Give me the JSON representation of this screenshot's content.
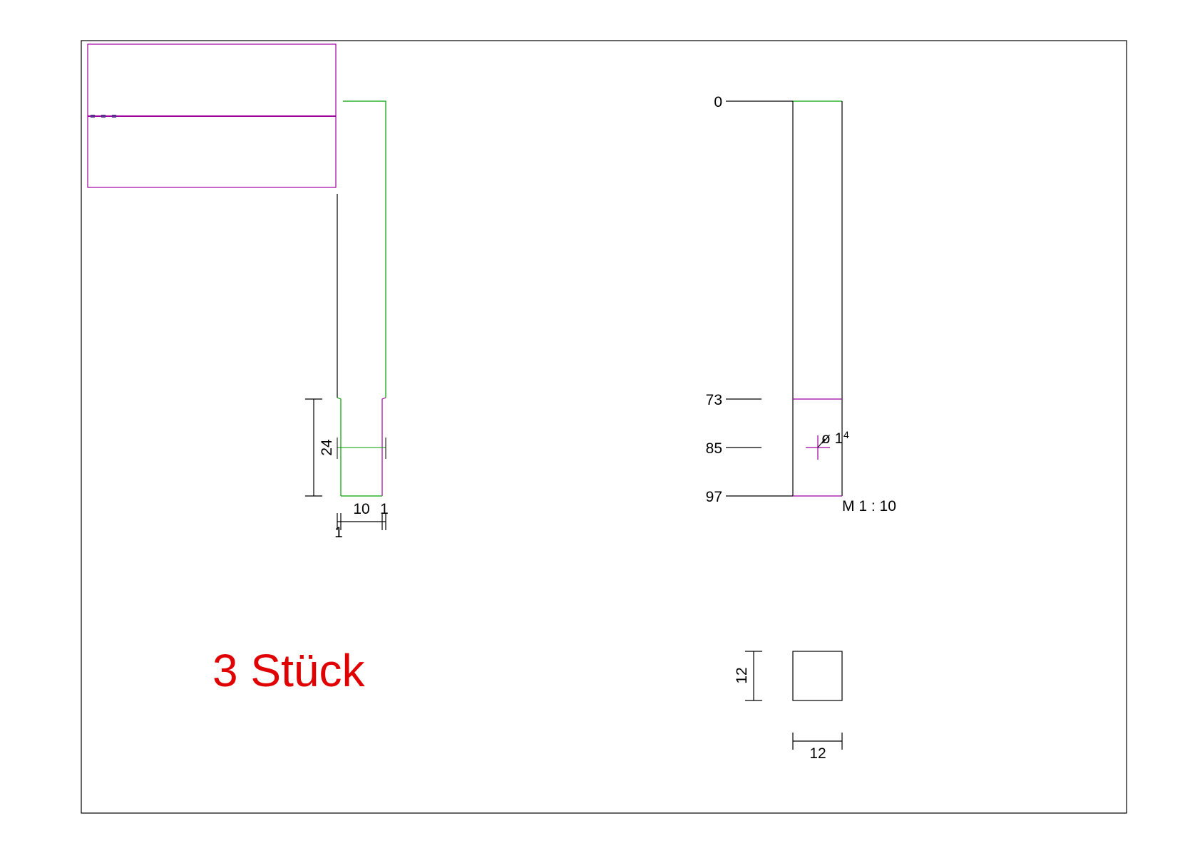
{
  "colors": {
    "line": "#000000",
    "green": "#00a000",
    "purple": "#a000a0",
    "dark_purple": "#5a3090",
    "quantity": "#e00000"
  },
  "side_view": {
    "dim_height": "24",
    "dim_width_main": "10",
    "dim_width_right": "1",
    "dim_width_left": "1"
  },
  "front_view": {
    "level_top": "0",
    "level_1": "73",
    "level_2": "85",
    "level_bottom": "97",
    "hole_symbol": "ø 1",
    "hole_sup": "4",
    "scale": "M 1 : 10"
  },
  "section": {
    "dim_height": "12",
    "dim_width": "12"
  },
  "quantity": "3 Stück"
}
